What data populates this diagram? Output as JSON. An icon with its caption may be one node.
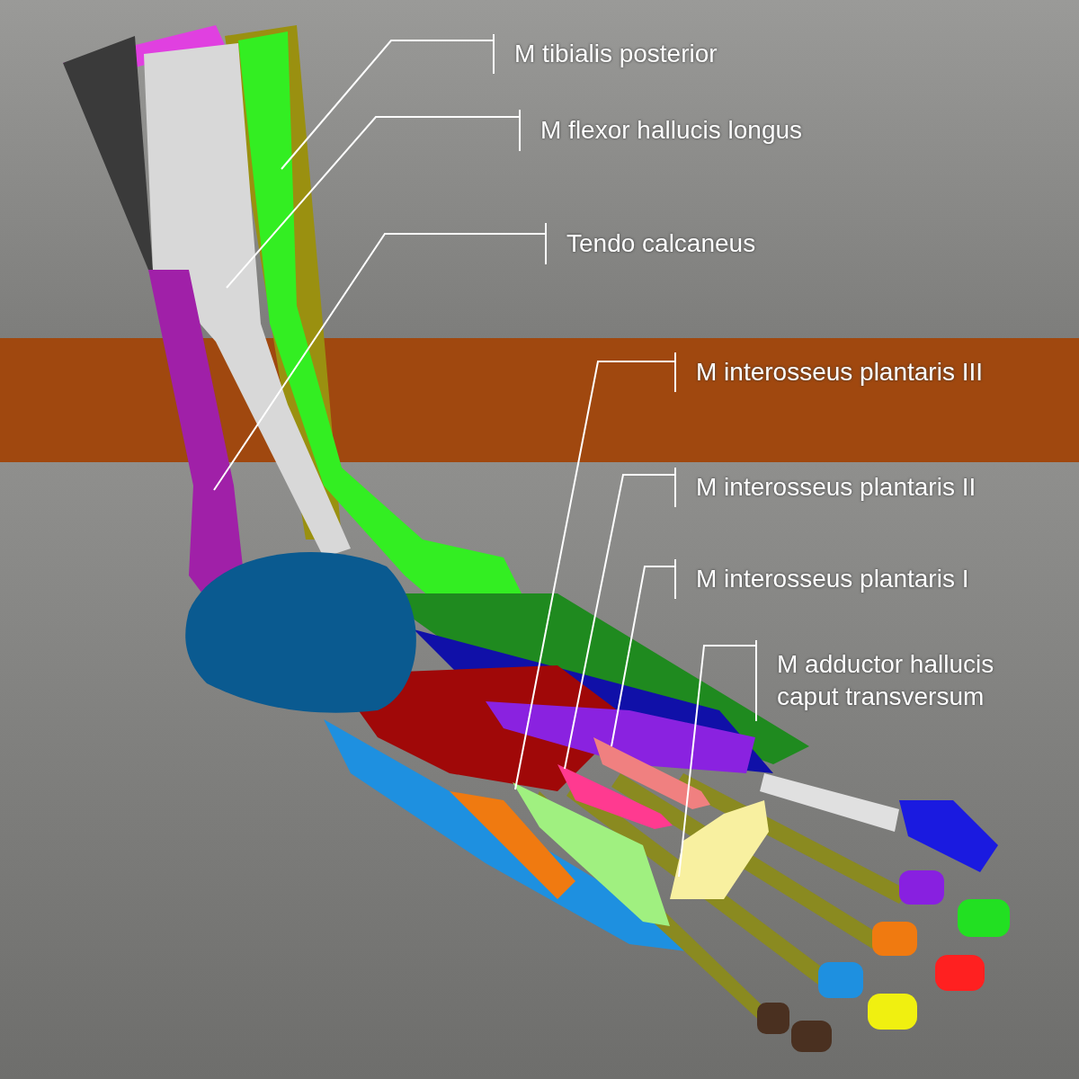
{
  "diagram": {
    "nodes": [
      {
        "text": [
          "M tibialis posterior"
        ]
      },
      {
        "text": [
          "M flexor hallucis longus"
        ]
      },
      {
        "text": [
          "Tendo calcaneus"
        ]
      },
      {
        "text": [
          "M interosseus plantaris III"
        ]
      },
      {
        "text": [
          "M interosseus plantaris II"
        ]
      },
      {
        "text": [
          "M interosseus plantaris I"
        ]
      },
      {
        "text": [
          "M adductor hallucis caput transversum"
        ]
      }
    ],
    "edges": [
      {
        "from": 0,
        "to": null,
        "arrow": "none"
      },
      {
        "from": 1,
        "to": null,
        "arrow": "none"
      },
      {
        "from": 2,
        "to": null,
        "arrow": "none"
      },
      {
        "from": 3,
        "to": null,
        "arrow": "none"
      },
      {
        "from": 4,
        "to": null,
        "arrow": "none"
      },
      {
        "from": 5,
        "to": null,
        "arrow": "none"
      },
      {
        "from": 6,
        "to": null,
        "arrow": "none"
      }
    ]
  }
}
